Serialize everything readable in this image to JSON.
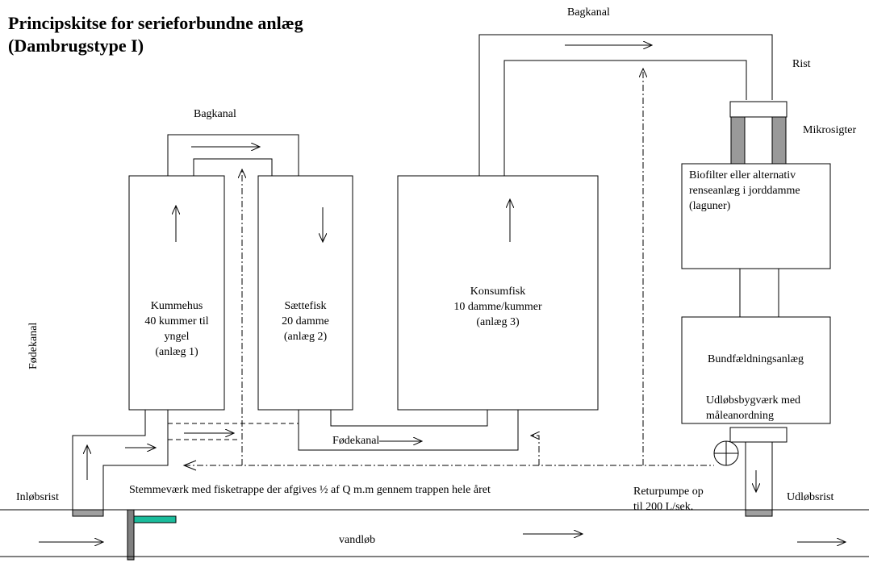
{
  "title": {
    "line1": "Principskitse for serieforbundne anlæg",
    "line2": "(Dambrugstype I)"
  },
  "labels": {
    "bagkanal_top": "Bagkanal",
    "bagkanal_left": "Bagkanal",
    "rist": "Rist",
    "mikrosigter": "Mikrosigter",
    "biofilter": [
      "Biofilter eller alternativ",
      "renseanlæg i jorddamme",
      "(laguner)"
    ],
    "bundfaeldning": "Bundfældningsanlæg",
    "udlobsbygvaerk": [
      "Udløbsbygværk med",
      "måleanordning"
    ],
    "kummehus": [
      "Kummehus",
      "40 kummer til",
      "yngel",
      "(anlæg 1)"
    ],
    "saettefisk": [
      "Sættefisk",
      "20 damme",
      "(anlæg 2)"
    ],
    "konsumfisk": [
      "Konsumfisk",
      "10 damme/kummer",
      "(anlæg 3)"
    ],
    "fodekanal_vertical": "Fødekanal",
    "fodekanal_bottom": "Fødekanal",
    "stemmevaerk": "Stemmeværk med  fisketrappe der afgives ½ af Q m.m gennem trappen hele året",
    "returpumpe": [
      "Returpumpe op",
      "til 200 L/sek."
    ],
    "indlobsrist": "Inløbsrist",
    "udlobsrist": "Udløbsrist",
    "vandlob": "vandløb"
  },
  "colors": {
    "grate": "#a0a0a0",
    "screen": "#999999",
    "weir_plate": "#1abc9c",
    "line": "#000000"
  }
}
